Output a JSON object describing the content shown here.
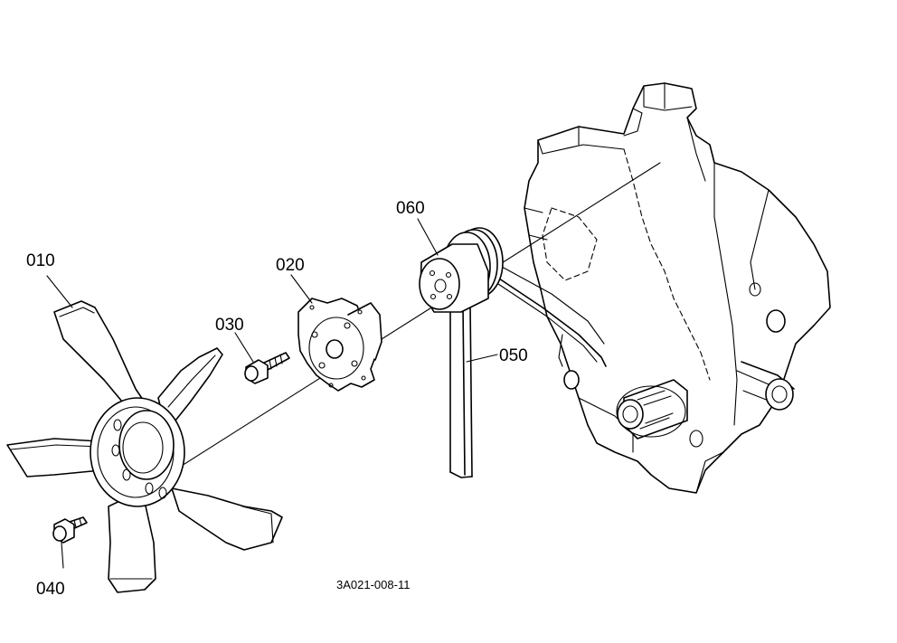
{
  "diagram": {
    "drawing_code": "3A021-008-11",
    "callouts": [
      {
        "id": "010",
        "text": "010"
      },
      {
        "id": "020",
        "text": "020"
      },
      {
        "id": "030",
        "text": "030"
      },
      {
        "id": "040",
        "text": "040"
      },
      {
        "id": "050",
        "text": "050"
      },
      {
        "id": "060",
        "text": "060"
      }
    ],
    "parts": [
      {
        "callout": "010",
        "icon": "fan-icon"
      },
      {
        "callout": "020",
        "icon": "fan-spacer-icon"
      },
      {
        "callout": "030",
        "icon": "bolt-icon"
      },
      {
        "callout": "040",
        "icon": "bolt-icon"
      },
      {
        "callout": "050",
        "icon": "v-belt-icon"
      },
      {
        "callout": "060",
        "icon": "pulley-icon"
      }
    ]
  }
}
